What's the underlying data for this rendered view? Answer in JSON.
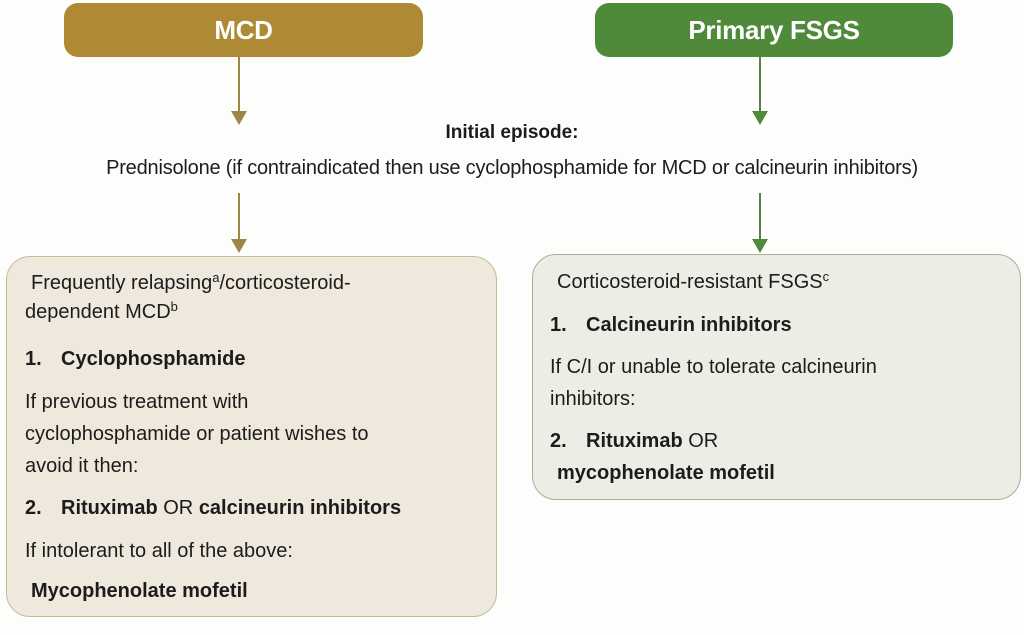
{
  "headers": {
    "mcd": {
      "label": "MCD",
      "color": "#ad8a33"
    },
    "fsgs": {
      "label": "Primary FSGS",
      "color": "#4e8a3a"
    }
  },
  "initial": {
    "title": "Initial episode:",
    "body": "Prednisolone (if contraindicated then use cyclophosphamide for MCD or calcineurin inhibitors)"
  },
  "mcd_box": {
    "heading_part1": "Frequently relapsing",
    "heading_sup1": "a",
    "heading_part2": "/corticosteroid-",
    "heading_line2": "dependent MCD",
    "heading_sup2": "b",
    "step1_number": "1.",
    "step1_label": "Cyclophosphamide",
    "condition1_line1": "If previous treatment with",
    "condition1_line2": "cyclophosphamide or patient wishes to",
    "condition1_line3": "avoid it then:",
    "step2_number": "2.",
    "step2_option1": "Rituximab",
    "step2_or": "OR",
    "step2_option2": "calcineurin inhibitors",
    "condition2": "If intolerant to all of the above:",
    "step3_label": "Mycophenolate mofetil"
  },
  "fsgs_box": {
    "heading": "Corticosteroid-resistant FSGS",
    "heading_sup": "c",
    "step1_number": "1.",
    "step1_label": "Calcineurin inhibitors",
    "condition1_line1": "If C/I or unable to tolerate calcineurin",
    "condition1_line2": "inhibitors:",
    "step2_number": "2.",
    "step2_option1": "Rituximab",
    "step2_or": "OR",
    "step2_option2": "mycophenolate mofetil"
  }
}
